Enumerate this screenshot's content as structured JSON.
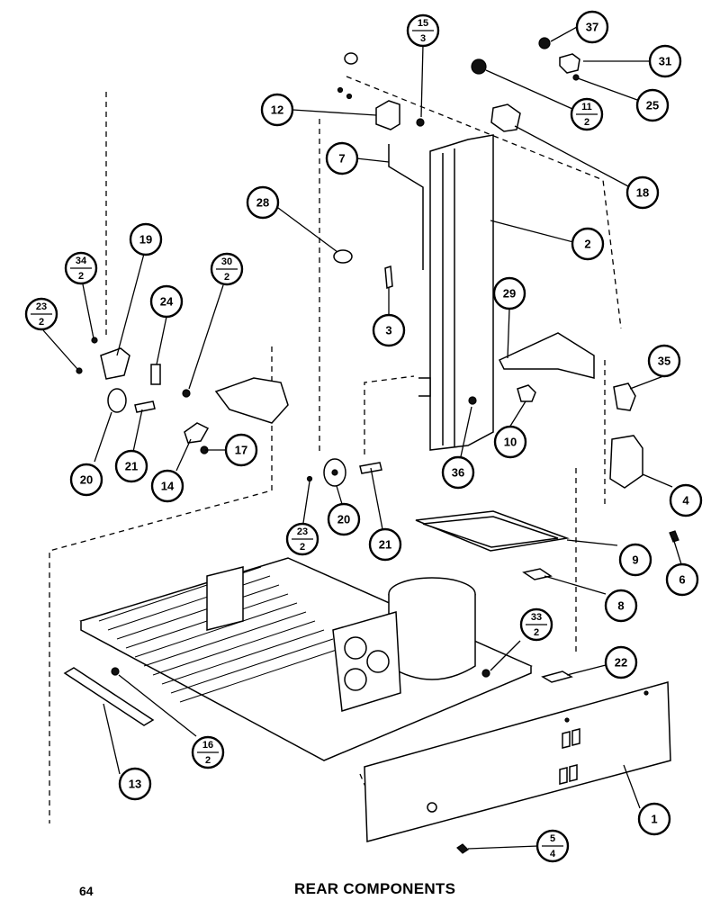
{
  "title": "REAR COMPONENTS",
  "page_number": "64",
  "callouts": [
    {
      "id": "37",
      "label": "37"
    },
    {
      "id": "15-3",
      "label": "15",
      "qty": "3"
    },
    {
      "id": "31",
      "label": "31"
    },
    {
      "id": "12",
      "label": "12"
    },
    {
      "id": "11-2",
      "label": "11",
      "qty": "2"
    },
    {
      "id": "25",
      "label": "25"
    },
    {
      "id": "7",
      "label": "7"
    },
    {
      "id": "18",
      "label": "18"
    },
    {
      "id": "28",
      "label": "28"
    },
    {
      "id": "2",
      "label": "2"
    },
    {
      "id": "19",
      "label": "19"
    },
    {
      "id": "34-2",
      "label": "34",
      "qty": "2"
    },
    {
      "id": "30-2",
      "label": "30",
      "qty": "2"
    },
    {
      "id": "29",
      "label": "29"
    },
    {
      "id": "23-2a",
      "label": "23",
      "qty": "2"
    },
    {
      "id": "24",
      "label": "24"
    },
    {
      "id": "3",
      "label": "3"
    },
    {
      "id": "35",
      "label": "35"
    },
    {
      "id": "10",
      "label": "10"
    },
    {
      "id": "17",
      "label": "17"
    },
    {
      "id": "20a",
      "label": "20"
    },
    {
      "id": "21a",
      "label": "21"
    },
    {
      "id": "14",
      "label": "14"
    },
    {
      "id": "36",
      "label": "36"
    },
    {
      "id": "4",
      "label": "4"
    },
    {
      "id": "23-2b",
      "label": "23",
      "qty": "2"
    },
    {
      "id": "20b",
      "label": "20"
    },
    {
      "id": "21b",
      "label": "21"
    },
    {
      "id": "6",
      "label": "6"
    },
    {
      "id": "9",
      "label": "9"
    },
    {
      "id": "8",
      "label": "8"
    },
    {
      "id": "33-2",
      "label": "33",
      "qty": "2"
    },
    {
      "id": "22",
      "label": "22"
    },
    {
      "id": "16-2",
      "label": "16",
      "qty": "2"
    },
    {
      "id": "13",
      "label": "13"
    },
    {
      "id": "1",
      "label": "1"
    },
    {
      "id": "5-4",
      "label": "5",
      "qty": "4"
    }
  ]
}
